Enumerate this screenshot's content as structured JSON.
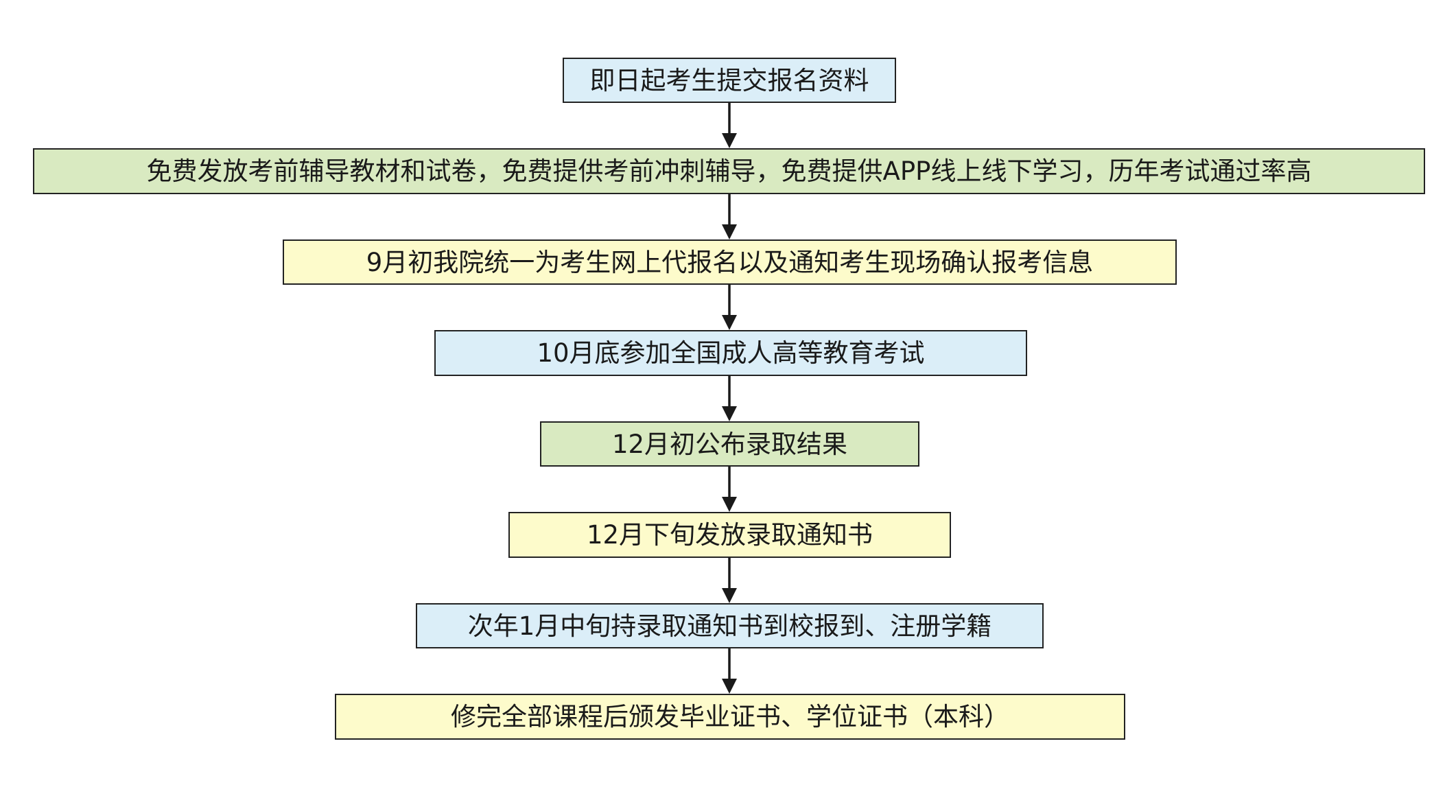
{
  "colors": {
    "blue": "#dbeef8",
    "green": "#d9eac1",
    "yellow": "#fdfbcb",
    "border": "#222222",
    "arrow": "#1a1a1a"
  },
  "steps": [
    {
      "id": "step-1",
      "text": "即日起考生提交报名资料",
      "fill": "blue"
    },
    {
      "id": "step-2",
      "text": "免费发放考前辅导教材和试卷，免费提供考前冲刺辅导，免费提供APP线上线下学习，历年考试通过率高",
      "fill": "green"
    },
    {
      "id": "step-3",
      "text": "9月初我院统一为考生网上代报名以及通知考生现场确认报考信息",
      "fill": "yellow"
    },
    {
      "id": "step-4",
      "text": "10月底参加全国成人高等教育考试",
      "fill": "blue"
    },
    {
      "id": "step-5",
      "text": "12月初公布录取结果",
      "fill": "green"
    },
    {
      "id": "step-6",
      "text": "12月下旬发放录取通知书",
      "fill": "yellow"
    },
    {
      "id": "step-7",
      "text": "次年1月中旬持录取通知书到校报到、注册学籍",
      "fill": "blue"
    },
    {
      "id": "step-8",
      "text": "修完全部课程后颁发毕业证书、学位证书（本科）",
      "fill": "yellow"
    }
  ],
  "flow": [
    [
      "step-1",
      "step-2"
    ],
    [
      "step-2",
      "step-3"
    ],
    [
      "step-3",
      "step-4"
    ],
    [
      "step-4",
      "step-5"
    ],
    [
      "step-5",
      "step-6"
    ],
    [
      "step-6",
      "step-7"
    ],
    [
      "step-7",
      "step-8"
    ]
  ]
}
